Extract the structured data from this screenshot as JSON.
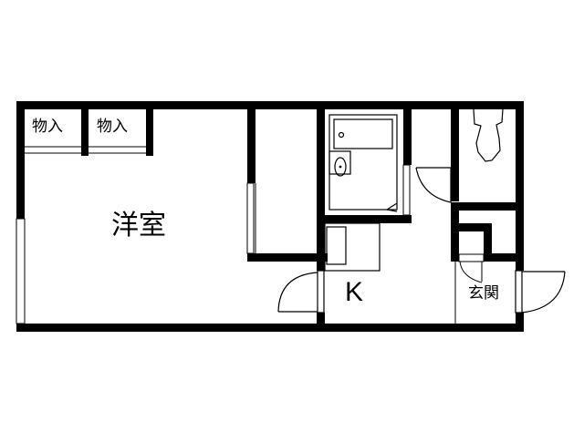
{
  "floor_plan": {
    "layout_type": "1K",
    "colors": {
      "wall": "#000000",
      "background": "#ffffff",
      "line": "#000000"
    },
    "rooms": [
      {
        "id": "western-room",
        "label": "洋室"
      },
      {
        "id": "storage-1",
        "label": "物入"
      },
      {
        "id": "storage-2",
        "label": "物入"
      },
      {
        "id": "kitchen",
        "label": "K"
      },
      {
        "id": "entrance",
        "label": "玄関"
      },
      {
        "id": "bathroom",
        "label": ""
      },
      {
        "id": "toilet",
        "label": ""
      }
    ],
    "fixtures": [
      "bathtub",
      "washbasin",
      "toilet",
      "kitchen-sink",
      "shoe-cabinet"
    ]
  }
}
